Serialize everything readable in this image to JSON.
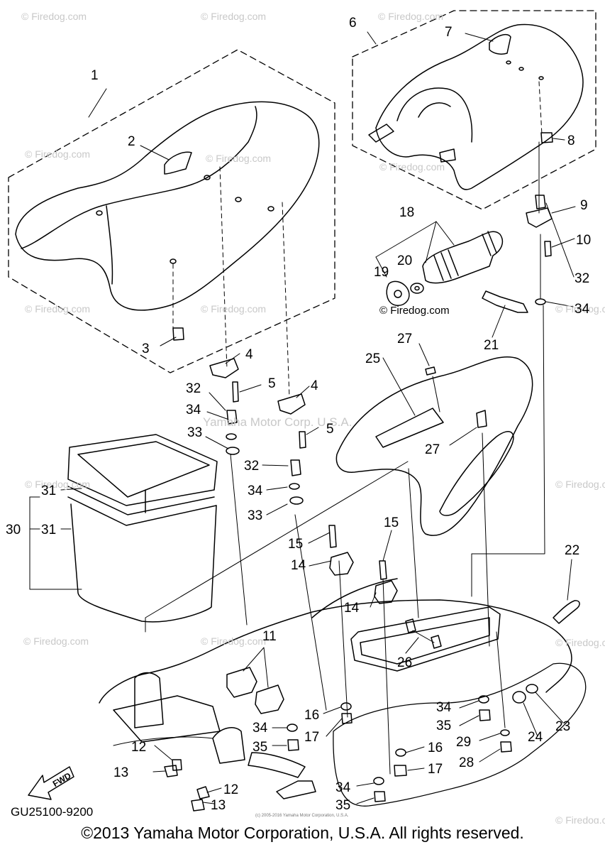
{
  "diagram": {
    "part_labels": [
      "1",
      "2",
      "3",
      "4",
      "4",
      "5",
      "5",
      "6",
      "7",
      "8",
      "9",
      "10",
      "11",
      "12",
      "12",
      "13",
      "13",
      "14",
      "14",
      "15",
      "15",
      "16",
      "16",
      "17",
      "17",
      "18",
      "19",
      "20",
      "21",
      "22",
      "23",
      "24",
      "25",
      "26",
      "27",
      "27",
      "28",
      "29",
      "30",
      "31",
      "31",
      "32",
      "32",
      "32",
      "33",
      "33",
      "34",
      "34",
      "34",
      "34",
      "34",
      "34",
      "35",
      "35",
      "35"
    ],
    "watermarks": [
      "© Firedog.com",
      "© Firedog.com",
      "© Firedog.com",
      "© Firedog.com",
      "© Firedog.com",
      "© Firedog.com",
      "© Firedog.com",
      "© Firedog.com",
      "© Firedog.com",
      "© Firedog.com",
      "© Firedog.com",
      "© Firedog.com",
      "© Firedog.com",
      "© Firedog.com",
      "© Firedog.com"
    ],
    "center_watermark": "© Firedog.com",
    "faint_watermark": "Yamaha Motor Corp. U.S.A.",
    "diagram_code": "GU25100-9200",
    "fwd_label": "FWD",
    "small_print": "(c) 2005-2016 Yamaha Motor Corporation, U.S.A."
  },
  "footer": {
    "copyright": "©2013 Yamaha Motor Corporation, U.S.A. All rights reserved."
  }
}
